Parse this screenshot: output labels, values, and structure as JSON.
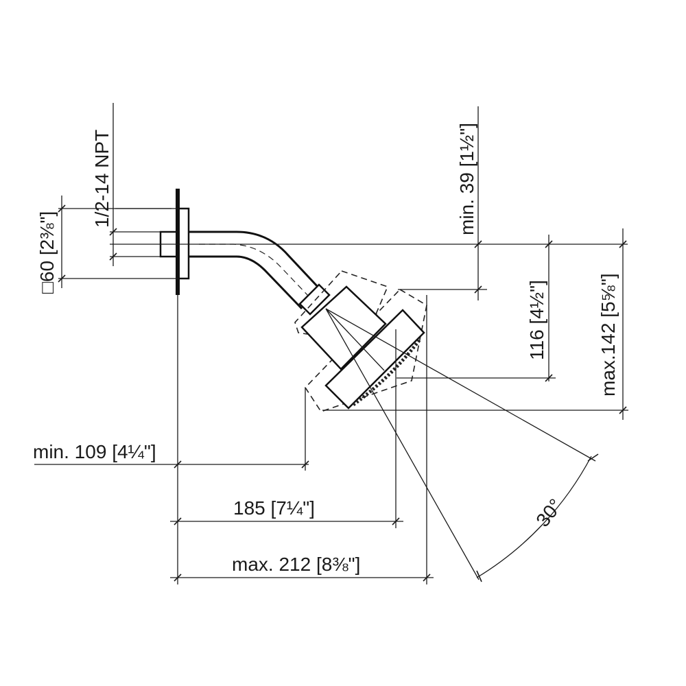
{
  "drawing": {
    "thread_label": "1/2-14 NPT",
    "plate": {
      "value": "□60",
      "inch": "[2⅜\"]"
    },
    "min_39": {
      "value": "min. 39",
      "inch": "[1½\"]"
    },
    "d116": {
      "value": "116",
      "inch": "[4½\"]"
    },
    "max_142": {
      "value": "max.142",
      "inch": "[5⅝\"]"
    },
    "min_109": {
      "value": "min. 109",
      "inch": "[4¼\"]"
    },
    "d185": {
      "value": "185",
      "inch": "[7¼\"]"
    },
    "max_212": {
      "value": "max. 212",
      "inch": "[8⅜\"]"
    },
    "angle": "30°"
  }
}
